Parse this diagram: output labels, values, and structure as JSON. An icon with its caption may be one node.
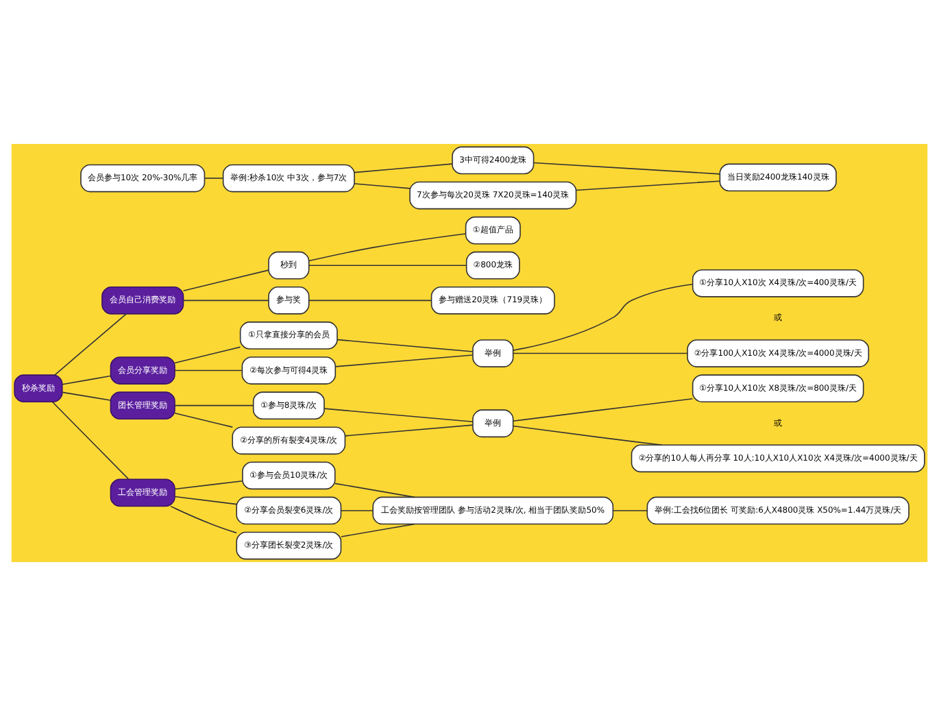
{
  "diagram": {
    "nodes": [
      {
        "text": [
          "秒杀奖励"
        ]
      },
      {
        "text": [
          "会员参与10次 20%-30%几率"
        ]
      },
      {
        "text": [
          "举例:秒杀10次 中3次，参与7次"
        ]
      },
      {
        "text": [
          "3中可得2400龙珠"
        ]
      },
      {
        "text": [
          "7次参与每次20灵珠 7X20灵珠=140灵珠"
        ]
      },
      {
        "text": [
          "当日奖励2400龙珠140灵珠"
        ]
      },
      {
        "text": [
          "会员自己消费奖励"
        ]
      },
      {
        "text": [
          "秒到"
        ]
      },
      {
        "text": [
          "①超值产品"
        ]
      },
      {
        "text": [
          "②800龙珠"
        ]
      },
      {
        "text": [
          "参与奖"
        ]
      },
      {
        "text": [
          "参与赠送20灵珠（719灵珠）"
        ]
      },
      {
        "text": [
          "会员分享奖励"
        ]
      },
      {
        "text": [
          "①只拿直接分享的会员"
        ]
      },
      {
        "text": [
          "②每次参与可得4灵珠"
        ]
      },
      {
        "text": [
          "举例"
        ]
      },
      {
        "text": [
          "①分享10人X10次 X4灵珠/次=400灵珠/天"
        ]
      },
      {
        "text": [
          "②分享100人X10次 X4灵珠/次=4000灵珠/天"
        ]
      },
      {
        "text": [
          "团长管理奖励"
        ]
      },
      {
        "text": [
          "①参与8灵珠/次"
        ]
      },
      {
        "text": [
          "②分享的所有裂变4灵珠/次"
        ]
      },
      {
        "text": [
          "举例"
        ]
      },
      {
        "text": [
          "①分享10人X10次 X8灵珠/次=800灵珠/天"
        ]
      },
      {
        "text": [
          "②分享的10人每人再分享 10人:10人X10人X10次 X4灵珠/次=4000灵珠/天"
        ]
      },
      {
        "text": [
          "工会管理奖励"
        ]
      },
      {
        "text": [
          "①参与会员10灵珠/次"
        ]
      },
      {
        "text": [
          "②分享会员裂变6灵珠/次"
        ]
      },
      {
        "text": [
          "③分享团长裂变2灵珠/次"
        ]
      },
      {
        "text": [
          "工会奖励按管理团队 参与活动2灵珠/次, 相当于团队奖励50%"
        ]
      },
      {
        "text": [
          "举例:工会找6位团长 可奖励:6人X4800灵珠 X50%=1.44万灵珠/天"
        ]
      }
    ],
    "edges": [
      {
        "from": 1,
        "to": 2,
        "arrow": "none"
      },
      {
        "from": 2,
        "to": 3,
        "arrow": "none"
      },
      {
        "from": 2,
        "to": 4,
        "arrow": "none"
      },
      {
        "from": 3,
        "to": 5,
        "arrow": "none"
      },
      {
        "from": 4,
        "to": 5,
        "arrow": "none"
      },
      {
        "from": 0,
        "to": 6,
        "arrow": "none"
      },
      {
        "from": 6,
        "to": 7,
        "arrow": "none"
      },
      {
        "from": 7,
        "to": 8,
        "arrow": "none"
      },
      {
        "from": 7,
        "to": 9,
        "arrow": "none"
      },
      {
        "from": 6,
        "to": 10,
        "arrow": "none"
      },
      {
        "from": 10,
        "to": 11,
        "arrow": "none"
      },
      {
        "from": 0,
        "to": 12,
        "arrow": "none"
      },
      {
        "from": 12,
        "to": 13,
        "arrow": "none"
      },
      {
        "from": 12,
        "to": 14,
        "arrow": "none"
      },
      {
        "from": 13,
        "to": 15,
        "arrow": "none"
      },
      {
        "from": 14,
        "to": 15,
        "arrow": "none"
      },
      {
        "from": 15,
        "to": 16,
        "arrow": "none"
      },
      {
        "from": 15,
        "to": 17,
        "arrow": "none"
      },
      {
        "from": 0,
        "to": 18,
        "arrow": "none"
      },
      {
        "from": 18,
        "to": 19,
        "arrow": "none"
      },
      {
        "from": 18,
        "to": 20,
        "arrow": "none"
      },
      {
        "from": 19,
        "to": 21,
        "arrow": "none"
      },
      {
        "from": 20,
        "to": 21,
        "arrow": "none"
      },
      {
        "from": 21,
        "to": 22,
        "arrow": "none"
      },
      {
        "from": 21,
        "to": 23,
        "arrow": "none"
      },
      {
        "from": 0,
        "to": 24,
        "arrow": "none"
      },
      {
        "from": 24,
        "to": 25,
        "arrow": "none"
      },
      {
        "from": 24,
        "to": 26,
        "arrow": "none"
      },
      {
        "from": 24,
        "to": 27,
        "arrow": "none"
      },
      {
        "from": 25,
        "to": 28,
        "arrow": "none"
      },
      {
        "from": 26,
        "to": 28,
        "arrow": "none"
      },
      {
        "from": 27,
        "to": 28,
        "arrow": "none"
      },
      {
        "from": 28,
        "to": 29,
        "arrow": "none"
      }
    ],
    "labels": [
      "或",
      "或"
    ]
  }
}
